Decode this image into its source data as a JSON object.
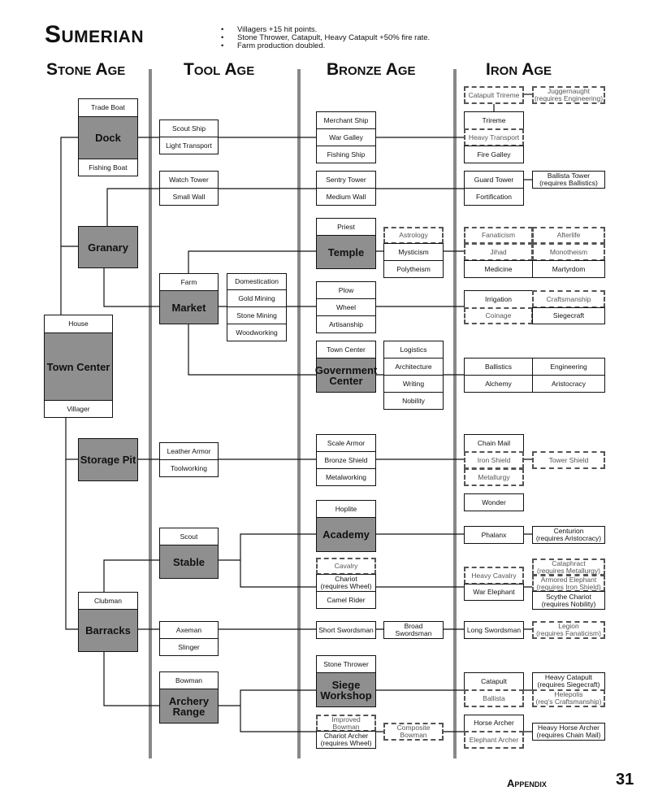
{
  "header": {
    "title": "Sumerian",
    "bonuses": [
      "Villagers +15 hit points.",
      "Stone Thrower, Catapult, Heavy Catapult +50% fire rate.",
      "Farm production doubled."
    ]
  },
  "ages": {
    "stone": {
      "title": "Stone Age",
      "trade_boat": "Trade Boat",
      "dock": "Dock",
      "fishing_boat": "Fishing Boat",
      "granary": "Granary",
      "house": "House",
      "town_center": "Town Center",
      "villager": "Villager",
      "storage_pit": "Storage Pit",
      "clubman": "Clubman",
      "barracks": "Barracks"
    },
    "tool": {
      "title": "Tool Age",
      "scout_ship": "Scout Ship",
      "light_transport": "Light Transport",
      "watch_tower": "Watch Tower",
      "small_wall": "Small Wall",
      "farm": "Farm",
      "market": "Market",
      "domestication": "Domestication",
      "gold_mining": "Gold Mining",
      "stone_mining": "Stone Mining",
      "woodworking": "Woodworking",
      "leather_armor": "Leather Armor",
      "toolworking": "Toolworking",
      "scout": "Scout",
      "stable": "Stable",
      "axeman": "Axeman",
      "slinger": "Slinger",
      "bowman": "Bowman",
      "archery_range": "Archery\nRange"
    },
    "bronze": {
      "title": "Bronze Age",
      "merchant_ship": "Merchant Ship",
      "war_galley": "War Galley",
      "fishing_ship": "Fishing Ship",
      "sentry_tower": "Sentry Tower",
      "medium_wall": "Medium Wall",
      "priest": "Priest",
      "temple": "Temple",
      "astrology": "Astrology",
      "mysticism": "Mysticism",
      "polytheism": "Polytheism",
      "plow": "Plow",
      "wheel": "Wheel",
      "artisanship": "Artisanship",
      "town_center": "Town Center",
      "government_center": "Government\nCenter",
      "logistics": "Logistics",
      "architecture": "Architecture",
      "writing": "Writing",
      "nobility": "Nobility",
      "scale_armor": "Scale Armor",
      "bronze_shield": "Bronze Shield",
      "metalworking": "Metalworking",
      "hoplite": "Hoplite",
      "academy": "Academy",
      "cavalry": "Cavalry",
      "chariot": "Chariot\n(requires Wheel)",
      "camel_rider": "Camel Rider",
      "short_swordsman": "Short Swordsman",
      "broad_swordsman": "Broad\nSwordsman",
      "stone_thrower": "Stone Thrower",
      "siege_workshop": "Siege\nWorkshop",
      "improved_bowman": "Improved\nBowman",
      "chariot_archer": "Chariot Archer\n(requires Wheel)",
      "composite_bowman": "Composite\nBowman"
    },
    "iron": {
      "title": "Iron Age",
      "catapult_trireme": "Catapult Trireme",
      "juggernaught": "Juggernaught\n(requires Engineering)",
      "trireme": "Trireme",
      "heavy_transport": "Heavy Transport",
      "fire_galley": "Fire Galley",
      "guard_tower": "Guard Tower",
      "fortification": "Fortification",
      "ballista_tower": "Ballista Tower\n(requires Ballistics)",
      "fanaticism": "Fanaticism",
      "afterlife": "Afterlife",
      "jihad": "Jihad",
      "monotheism": "Monotheism",
      "medicine": "Medicine",
      "martyrdom": "Martyrdom",
      "irrigation": "Irrigation",
      "craftsmanship": "Craftsmanship",
      "coinage": "Coinage",
      "siegecraft": "Siegecraft",
      "ballistics": "Ballistics",
      "engineering": "Engineering",
      "alchemy": "Alchemy",
      "aristocracy": "Aristocracy",
      "chain_mail": "Chain Mail",
      "iron_shield": "Iron Shield",
      "metallurgy": "Metallurgy",
      "tower_shield": "Tower Shield",
      "wonder": "Wonder",
      "phalanx": "Phalanx",
      "centurion": "Centurion\n(requires Aristocracy)",
      "heavy_cavalry": "Heavy Cavalry",
      "war_elephant": "War Elephant",
      "cataphract": "Cataphract\n(requires Metallurgy)",
      "armored_elephant": "Armored Elephant\n(requires Iron Shield)",
      "scythe_chariot": "Scythe Chariot\n(requires Nobility)",
      "long_swordsman": "Long Swordsman",
      "legion": "Legion\n(requires Fanaticism)",
      "catapult": "Catapult",
      "ballista": "Ballista",
      "heavy_catapult": "Heavy Catapult\n(requires Siegecraft)",
      "helepolis": "Helepolis\n(req's Craftsmanship)",
      "horse_archer": "Horse Archer",
      "elephant_archer": "Elephant Archer",
      "heavy_horse_archer": "Heavy Horse Archer\n(requires Chain Mail)"
    }
  },
  "footer": {
    "section": "Appendix",
    "page": "31"
  }
}
